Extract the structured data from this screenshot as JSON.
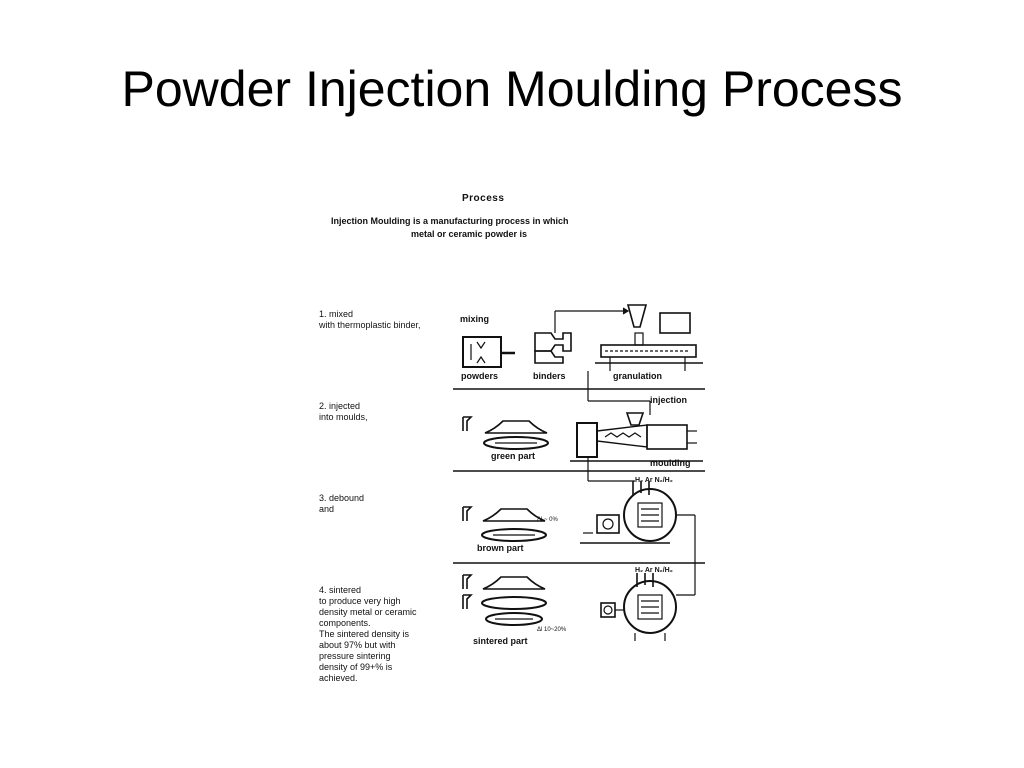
{
  "title": "Powder Injection Moulding Process",
  "figure": {
    "heading": "Process",
    "intro_line1": "Injection Moulding is a manufacturing process in which",
    "intro_line2": "metal or ceramic powder is",
    "steps": [
      {
        "text": "1. mixed\nwith thermoplastic binder,"
      },
      {
        "text": "2. injected\ninto moulds,"
      },
      {
        "text": "3. debound\nand"
      },
      {
        "text": "4. sintered\nto produce very high\ndensity metal or ceramic\ncomponents.\nThe sintered density is\nabout 97% but with\npressure sintering\ndensity of 99+% is\nachieved."
      }
    ],
    "labels": {
      "mixing": "mixing",
      "powders": "powders",
      "binders": "binders",
      "granulation": "granulation",
      "injection": "injection",
      "green_part": "green part",
      "moulding": "moulding",
      "brown_part": "brown part",
      "sintered_part": "sintered part",
      "gas_debound": "H₂ Ar N₂/H₂",
      "gas_sinter": "H₂ Ar N₂/H₂",
      "shrink_debound": "Δl ~ 0%",
      "shrink_sinter": "Δl 10~20%"
    }
  }
}
